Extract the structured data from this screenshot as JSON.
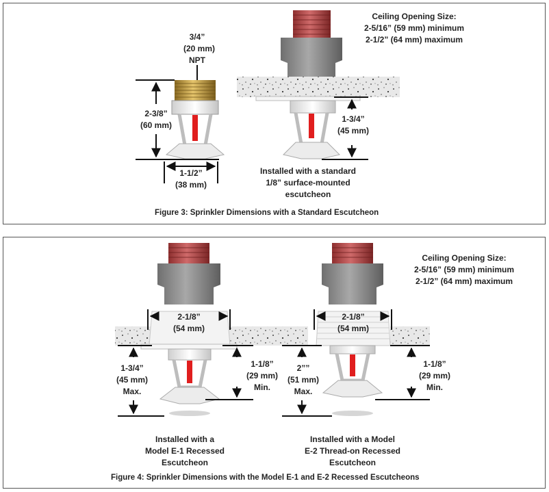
{
  "figure3": {
    "caption": "Figure 3:   Sprinkler Dimensions with a Standard Escutcheon",
    "npt_size": "3/4”",
    "npt_mm": "(20 mm)",
    "npt_label": "NPT",
    "height_in": "2-3/8”",
    "height_mm": "(60 mm)",
    "width_in": "1-1/2”",
    "width_mm": "(38 mm)",
    "drop_in": "1-3/4”",
    "drop_mm": "(45 mm)",
    "ceiling_title": "Ceiling Opening Size:",
    "ceiling_min": "2-5/16” (59 mm) minimum",
    "ceiling_max": "2-1/2” (64 mm) maximum",
    "install_line1": "Installed with a standard",
    "install_line2": "1/8” surface-mounted",
    "install_line3": "escutcheon"
  },
  "figure4": {
    "caption": "Figure 4:   Sprinkler Dimensions with the Model E-1 and E-2 Recessed Escutcheons",
    "ceiling_title": "Ceiling Opening Size:",
    "ceiling_min": "2-5/16” (59 mm) minimum",
    "ceiling_max": "2-1/2” (64 mm) maximum",
    "left": {
      "esc_width_in": "2-1/8”",
      "esc_width_mm": "(54 mm)",
      "max_in": "1-3/4”",
      "max_mm": "(45 mm)",
      "max_label": "Max.",
      "min_in": "1-1/8”",
      "min_mm": "(29 mm)",
      "min_label": "Min.",
      "install_line1": "Installed with a",
      "install_line2": "Model E-1 Recessed",
      "install_line3": "Escutcheon"
    },
    "right": {
      "esc_width_in": "2-1/8”",
      "esc_width_mm": "(54 mm)",
      "max_in": "2””",
      "max_mm": "(51 mm)",
      "max_label": "Max.",
      "min_in": "1-1/8”",
      "min_mm": "(29 mm)",
      "min_label": "Min.",
      "install_line1": "Installed with a Model",
      "install_line2": "E-2 Thread-on  Recessed",
      "install_line3": "Escutcheon"
    }
  },
  "colors": {
    "pipe": "#b84a4a",
    "fitting": "#8d8d8d",
    "ceiling": "#e6e6e6",
    "brass": "#c9a24a",
    "bulb": "#e01e1e",
    "escutcheon": "#f4f4f4"
  }
}
